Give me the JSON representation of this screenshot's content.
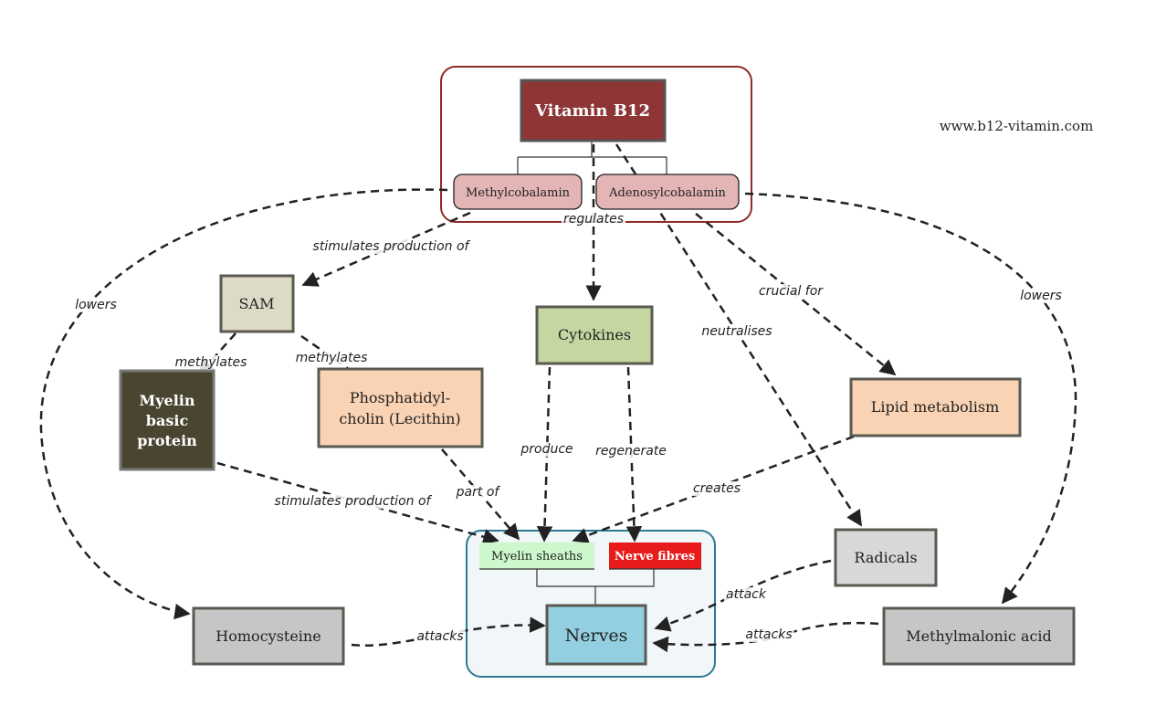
{
  "site_url": "www.b12-vitamin.com",
  "nodes": {
    "vitamin_b12": "Vitamin B12",
    "methylcobalamin": "Methylcobalamin",
    "adenosylcobalamin": "Adenosylcobalamin",
    "sam": "SAM",
    "cytokines": "Cytokines",
    "myelin_basic_protein": [
      "Myelin",
      "basic",
      "protein"
    ],
    "phosphatidylcholin": [
      "Phosphatidyl-",
      "cholin (Lecithin)"
    ],
    "lipid_metabolism": "Lipid metabolism",
    "myelin_sheaths": "Myelin sheaths",
    "nerve_fibres": "Nerve fibres",
    "nerves": "Nerves",
    "radicals": "Radicals",
    "homocysteine": "Homocysteine",
    "methylmalonic_acid": "Methylmalonic acid"
  },
  "edge_labels": {
    "regulates": "regulates",
    "stimulates_sam": "stimulates production of",
    "lowers_left": "lowers",
    "lowers_right": "lowers",
    "crucial_for": "crucial for",
    "neutralises": "neutralises",
    "methylates_left": "methylates",
    "methylates_right": "methylates",
    "produce": "produce",
    "regenerate": "regenerate",
    "stimulates_sheaths": "stimulates production of",
    "part_of": "part of",
    "creates": "creates",
    "attack": "attack",
    "attacks_left": "attacks",
    "attacks_right": "attacks"
  },
  "colors": {
    "b12_fill": "#8e3535",
    "b12_group_border": "#8e2a2a",
    "cobalamin_fill": "#e3b5b5",
    "sam_fill": "#dddbc6",
    "cytokines_fill": "#c5d7a0",
    "myelin_protein_fill": "#4a4530",
    "peach_fill": "#f9d3b4",
    "myelin_sheaths_fill": "#cdf7cd",
    "nerve_fibres_fill": "#e81a1a",
    "nerves_fill": "#93cfe0",
    "nerves_group_border": "#2b7a94",
    "nerves_group_fill": "#f1f6f9",
    "grey_fill": "#c6c6c6",
    "radicals_fill": "#d8d8d8",
    "box_border": "#5a5a52"
  }
}
